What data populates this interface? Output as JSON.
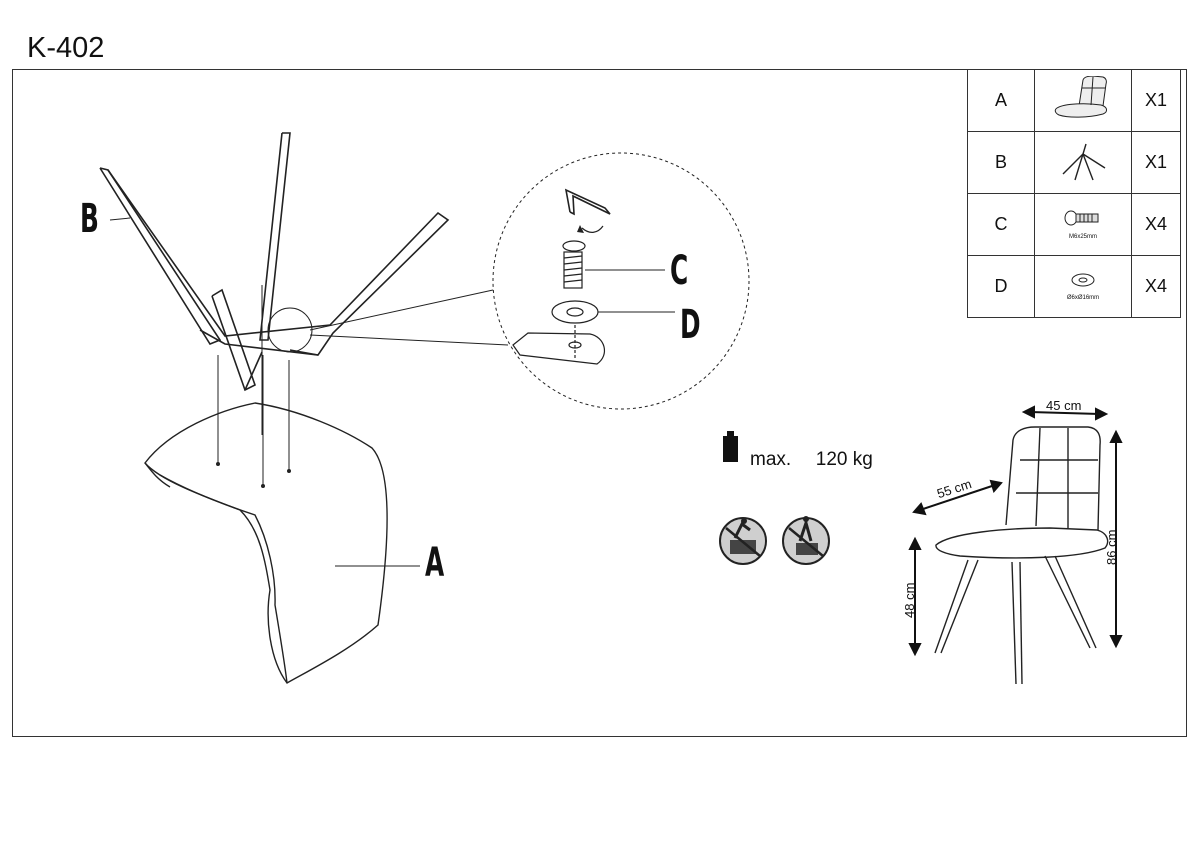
{
  "page": {
    "title": "K-402"
  },
  "parts": [
    {
      "letter": "A",
      "icon": "chair-seat-icon",
      "spec": "",
      "qty": "X1"
    },
    {
      "letter": "B",
      "icon": "chair-base-icon",
      "spec": "",
      "qty": "X1"
    },
    {
      "letter": "C",
      "icon": "bolt-icon",
      "spec": "M6x25mm",
      "qty": "X4"
    },
    {
      "letter": "D",
      "icon": "washer-icon",
      "spec": "Ø6xØ16mm",
      "qty": "X4"
    }
  ],
  "labels": {
    "seat": "A",
    "base": "B",
    "bolt": "C",
    "washer": "D"
  },
  "load": {
    "prefix": "max.",
    "value": "120 kg"
  },
  "dimensions": {
    "width": "45 cm",
    "depth": "55 cm",
    "seat_height": "48 cm",
    "height": "86 cm"
  }
}
